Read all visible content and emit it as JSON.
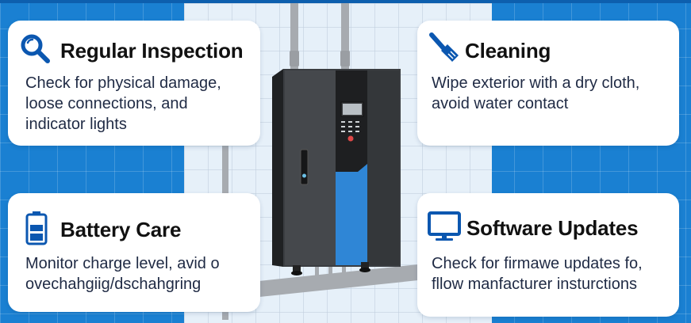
{
  "colors": {
    "background_blue": "#1a80d2",
    "accent_blue": "#0b57b0",
    "card_bg": "#ffffff",
    "title_text": "#111111",
    "body_text": "#1f2a44",
    "cabinet_dark": "#2e3033",
    "cabinet_blue": "#2f86d6"
  },
  "cards": [
    {
      "icon": "magnifier-icon",
      "title": "Regular Inspection",
      "lines": [
        "Check for physical damage,",
        "loose connections, and",
        "indicator lights"
      ]
    },
    {
      "icon": "brush-icon",
      "title": "Cleaning",
      "lines": [
        "Wipe exterior with a dry cloth,",
        "avoid water contact"
      ]
    },
    {
      "icon": "battery-icon",
      "title": "Battery Care",
      "lines": [
        "Monitor charge level, avid o",
        "ovechahgiig/dschahgring"
      ]
    },
    {
      "icon": "monitor-icon",
      "title": "Software Updates",
      "lines": [
        "Check for firmawe updates fo,",
        "fllow manfacturer insturctions"
      ]
    }
  ],
  "device": {
    "name": "wall-mounted cabinet",
    "display_icon": "lcd-display",
    "button_icon": "red-power-button"
  }
}
